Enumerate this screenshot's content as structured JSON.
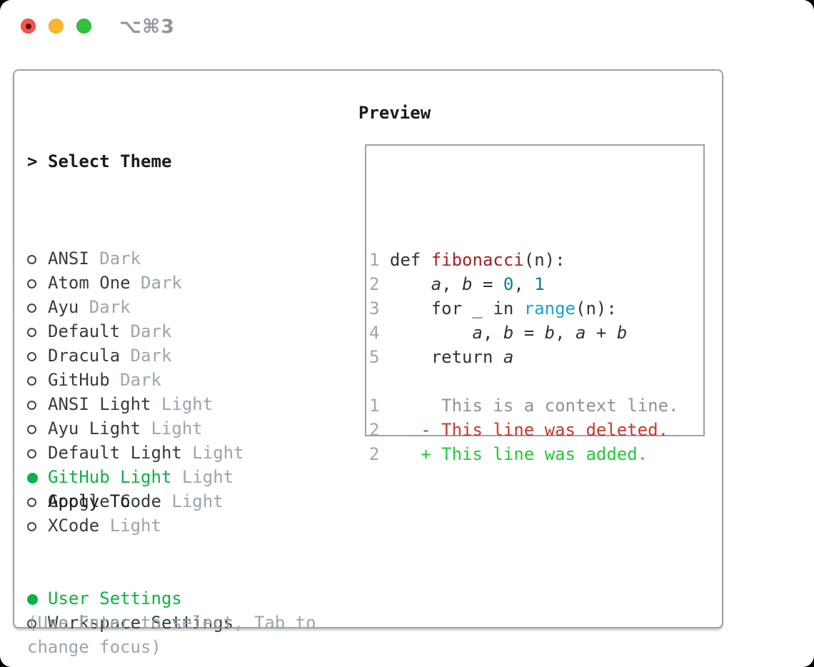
{
  "titlebar": {
    "title": "⌥⌘3"
  },
  "colors": {
    "accent_green": "#0cb244",
    "added_green": "#23c933",
    "deleted_red": "#c43a2a",
    "function_red": "#a81f24",
    "number_teal": "#0d7f8a",
    "builtin_blue": "#16a2d2",
    "muted_gray": "#9aa5b1",
    "border_gray": "#9aa2ad",
    "traffic_red": "#f4564f",
    "traffic_yellow": "#f7b92b",
    "traffic_green": "#34c13d"
  },
  "theme_picker": {
    "prompt": ">",
    "title": "Select Theme",
    "themes": [
      {
        "name": "ANSI",
        "variant": "Dark",
        "selected": false
      },
      {
        "name": "Atom One",
        "variant": "Dark",
        "selected": false
      },
      {
        "name": "Ayu",
        "variant": "Dark",
        "selected": false
      },
      {
        "name": "Default",
        "variant": "Dark",
        "selected": false
      },
      {
        "name": "Dracula",
        "variant": "Dark",
        "selected": false
      },
      {
        "name": "GitHub",
        "variant": "Dark",
        "selected": false
      },
      {
        "name": "ANSI Light",
        "variant": "Light",
        "selected": false
      },
      {
        "name": "Ayu Light",
        "variant": "Light",
        "selected": false
      },
      {
        "name": "Default Light",
        "variant": "Light",
        "selected": false
      },
      {
        "name": "GitHub Light",
        "variant": "Light",
        "selected": true
      },
      {
        "name": "Google Code",
        "variant": "Light",
        "selected": false
      },
      {
        "name": "XCode",
        "variant": "Light",
        "selected": false
      }
    ],
    "apply_to": {
      "title": "Apply To",
      "options": [
        {
          "label": "User Settings",
          "selected": true
        },
        {
          "label": "Workspace Settings",
          "selected": false
        }
      ]
    },
    "hint_lines": [
      "(Use Enter to select, Tab to",
      "change focus)"
    ]
  },
  "preview": {
    "title": "Preview",
    "lines": [
      {
        "kind": "code",
        "no": "1",
        "tokens": [
          {
            "t": " def ",
            "c": "plain"
          },
          {
            "t": "fibonacci",
            "c": "function"
          },
          {
            "t": "(n):",
            "c": "plain"
          }
        ]
      },
      {
        "kind": "code",
        "no": "2",
        "tokens": [
          {
            "t": "     ",
            "c": "plain"
          },
          {
            "t": "a",
            "c": "variable"
          },
          {
            "t": ", ",
            "c": "plain"
          },
          {
            "t": "b",
            "c": "variable"
          },
          {
            "t": " = ",
            "c": "plain"
          },
          {
            "t": "0",
            "c": "number"
          },
          {
            "t": ", ",
            "c": "plain"
          },
          {
            "t": "1",
            "c": "number"
          }
        ]
      },
      {
        "kind": "code",
        "no": "3",
        "tokens": [
          {
            "t": "     for _ in ",
            "c": "plain"
          },
          {
            "t": "range",
            "c": "builtin"
          },
          {
            "t": "(n):",
            "c": "plain"
          }
        ]
      },
      {
        "kind": "code",
        "no": "4",
        "tokens": [
          {
            "t": "         ",
            "c": "plain"
          },
          {
            "t": "a",
            "c": "variable"
          },
          {
            "t": ", ",
            "c": "plain"
          },
          {
            "t": "b",
            "c": "variable"
          },
          {
            "t": " = ",
            "c": "plain"
          },
          {
            "t": "b",
            "c": "variable"
          },
          {
            "t": ", ",
            "c": "plain"
          },
          {
            "t": "a",
            "c": "variable"
          },
          {
            "t": " + ",
            "c": "plain"
          },
          {
            "t": "b",
            "c": "variable"
          }
        ]
      },
      {
        "kind": "code",
        "no": "5",
        "tokens": [
          {
            "t": "     return ",
            "c": "plain"
          },
          {
            "t": "a",
            "c": "variable"
          }
        ]
      },
      {
        "kind": "blank",
        "no": "",
        "tokens": []
      },
      {
        "kind": "context",
        "no": "1",
        "text": "      This is a context line."
      },
      {
        "kind": "deleted",
        "no": "2",
        "text": "    - This line was deleted."
      },
      {
        "kind": "added",
        "no": "2",
        "text": "    + This line was added."
      }
    ]
  }
}
